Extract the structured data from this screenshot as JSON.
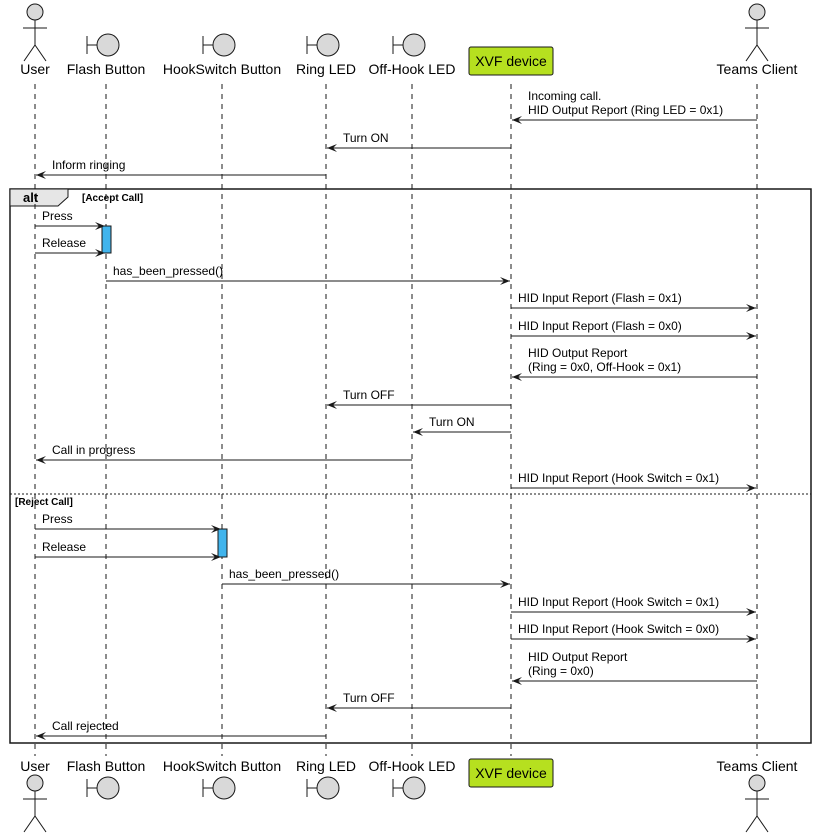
{
  "participants": [
    {
      "id": "user",
      "label": "User",
      "kind": "actor"
    },
    {
      "id": "flash",
      "label": "Flash Button",
      "kind": "boundary"
    },
    {
      "id": "hookswitch",
      "label": "HookSwitch Button",
      "kind": "boundary"
    },
    {
      "id": "ringled",
      "label": "Ring LED",
      "kind": "boundary"
    },
    {
      "id": "offhookled",
      "label": "Off-Hook LED",
      "kind": "boundary"
    },
    {
      "id": "xvf",
      "label": "XVF device",
      "kind": "box"
    },
    {
      "id": "teams",
      "label": "Teams Client",
      "kind": "actor"
    }
  ],
  "colors": {
    "device_box": "#b6e01f",
    "activation": "#41b4ec",
    "participant_fill": "#d9d9d9",
    "line": "#181818",
    "alt_tab": "#e6e6e6"
  },
  "pre_messages": [
    {
      "from": "teams",
      "to": "xvf",
      "lines": [
        "Incoming call.",
        "HID Output Report (Ring LED = 0x1)"
      ]
    },
    {
      "from": "xvf",
      "to": "ringled",
      "lines": [
        "Turn ON"
      ]
    },
    {
      "from": "ringled",
      "to": "user",
      "lines": [
        "Inform ringing"
      ]
    }
  ],
  "alt": {
    "keyword": "alt",
    "sections": [
      {
        "guard": "[Accept Call]",
        "messages": [
          {
            "from": "user",
            "to": "flash",
            "lines": [
              "Press"
            ]
          },
          {
            "from": "user",
            "to": "flash",
            "lines": [
              "Release"
            ]
          },
          {
            "from": "flash",
            "to": "xvf",
            "lines": [
              "has_been_pressed()"
            ]
          },
          {
            "from": "xvf",
            "to": "teams",
            "lines": [
              "HID Input Report (Flash = 0x1)"
            ]
          },
          {
            "from": "xvf",
            "to": "teams",
            "lines": [
              "HID Input Report (Flash = 0x0)"
            ]
          },
          {
            "from": "teams",
            "to": "xvf",
            "lines": [
              "HID Output Report",
              "(Ring = 0x0, Off-Hook = 0x1)"
            ]
          },
          {
            "from": "xvf",
            "to": "ringled",
            "lines": [
              "Turn OFF"
            ]
          },
          {
            "from": "xvf",
            "to": "offhookled",
            "lines": [
              "Turn ON"
            ]
          },
          {
            "from": "offhookled",
            "to": "user",
            "lines": [
              "Call in progress"
            ]
          },
          {
            "from": "xvf",
            "to": "teams",
            "lines": [
              "HID Input Report (Hook Switch = 0x1)"
            ]
          }
        ]
      },
      {
        "guard": "[Reject Call]",
        "messages": [
          {
            "from": "user",
            "to": "hookswitch",
            "lines": [
              "Press"
            ]
          },
          {
            "from": "user",
            "to": "hookswitch",
            "lines": [
              "Release"
            ]
          },
          {
            "from": "hookswitch",
            "to": "xvf",
            "lines": [
              "has_been_pressed()"
            ]
          },
          {
            "from": "xvf",
            "to": "teams",
            "lines": [
              "HID Input Report (Hook Switch = 0x1)"
            ]
          },
          {
            "from": "xvf",
            "to": "teams",
            "lines": [
              "HID Input Report (Hook Switch = 0x0)"
            ]
          },
          {
            "from": "teams",
            "to": "xvf",
            "lines": [
              "HID Output Report",
              "(Ring = 0x0)"
            ]
          },
          {
            "from": "xvf",
            "to": "ringled",
            "lines": [
              "Turn OFF"
            ]
          },
          {
            "from": "ringled",
            "to": "user",
            "lines": [
              "Call rejected"
            ]
          }
        ]
      }
    ]
  }
}
